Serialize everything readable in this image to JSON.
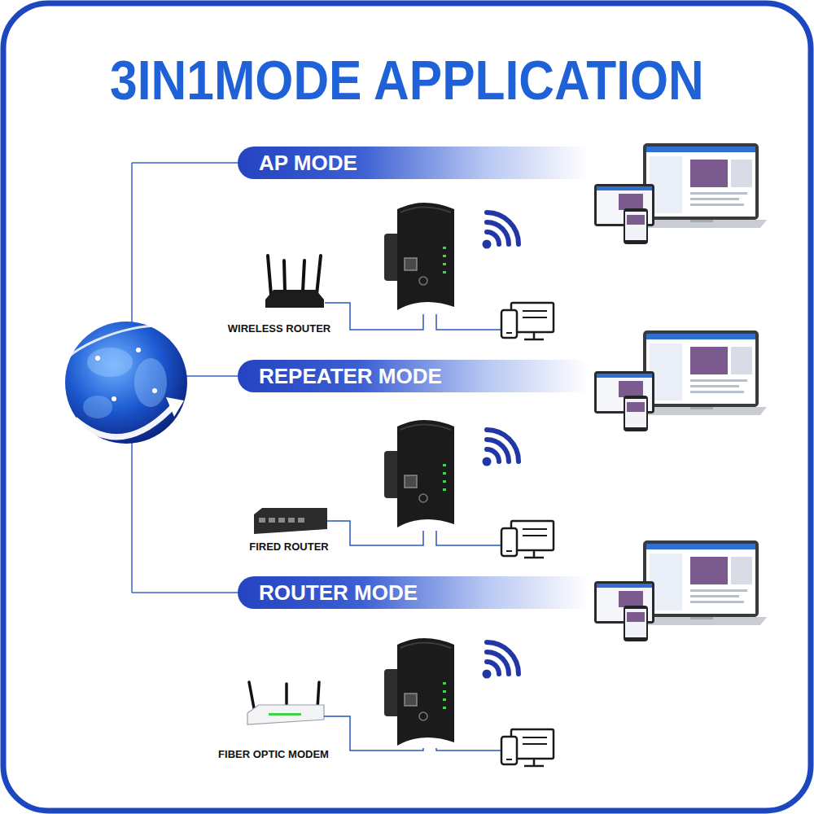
{
  "diagram": {
    "title": "3IN1MODE APPLICATION",
    "nodes": [
      {
        "text": [
          "AP MODE"
        ]
      },
      {
        "text": [
          "WIRELESS ROUTER"
        ]
      },
      {
        "text": [
          "REPEATER MODE"
        ]
      },
      {
        "text": [
          "FIRED ROUTER"
        ]
      },
      {
        "text": [
          "ROUTER MODE"
        ]
      },
      {
        "text": [
          "FIBER OPTIC MODEM"
        ]
      }
    ]
  }
}
